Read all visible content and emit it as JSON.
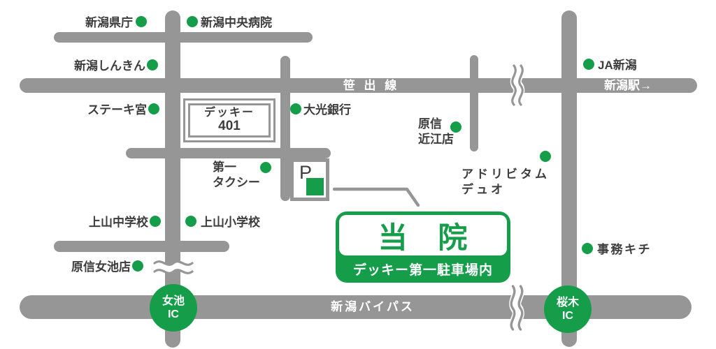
{
  "colors": {
    "accent_green": "#159d4a",
    "road_gray": "#969696",
    "label_text": "#3d3d3d",
    "road_text": "#ffffff"
  },
  "clinic_sign": {
    "name": "当 院",
    "location": "デッキー第一駐車場内"
  },
  "parking_box": {
    "letter": "P"
  },
  "decky_box": {
    "line1": "デッキー",
    "line2": "401"
  },
  "road_labels": {
    "sasade": "笹 出 線",
    "station": "新潟駅→",
    "bypass": "新潟バイパス"
  },
  "interchanges": [
    {
      "label": "女池\nIC"
    },
    {
      "label": "桜木\nIC"
    }
  ],
  "pois": [
    {
      "label": "新潟県庁"
    },
    {
      "label": "新潟中央病院"
    },
    {
      "label": "新潟しんきん"
    },
    {
      "label": "ステーキ宮"
    },
    {
      "label": "大光銀行"
    },
    {
      "label": "JA新潟"
    },
    {
      "label": "原信\n近江店"
    },
    {
      "label": "アドリビタム\nデュオ"
    },
    {
      "label": "第一\nタクシー"
    },
    {
      "label": "上山中学校"
    },
    {
      "label": "上山小学校"
    },
    {
      "label": "原信女池店"
    },
    {
      "label": "事務キチ"
    }
  ]
}
